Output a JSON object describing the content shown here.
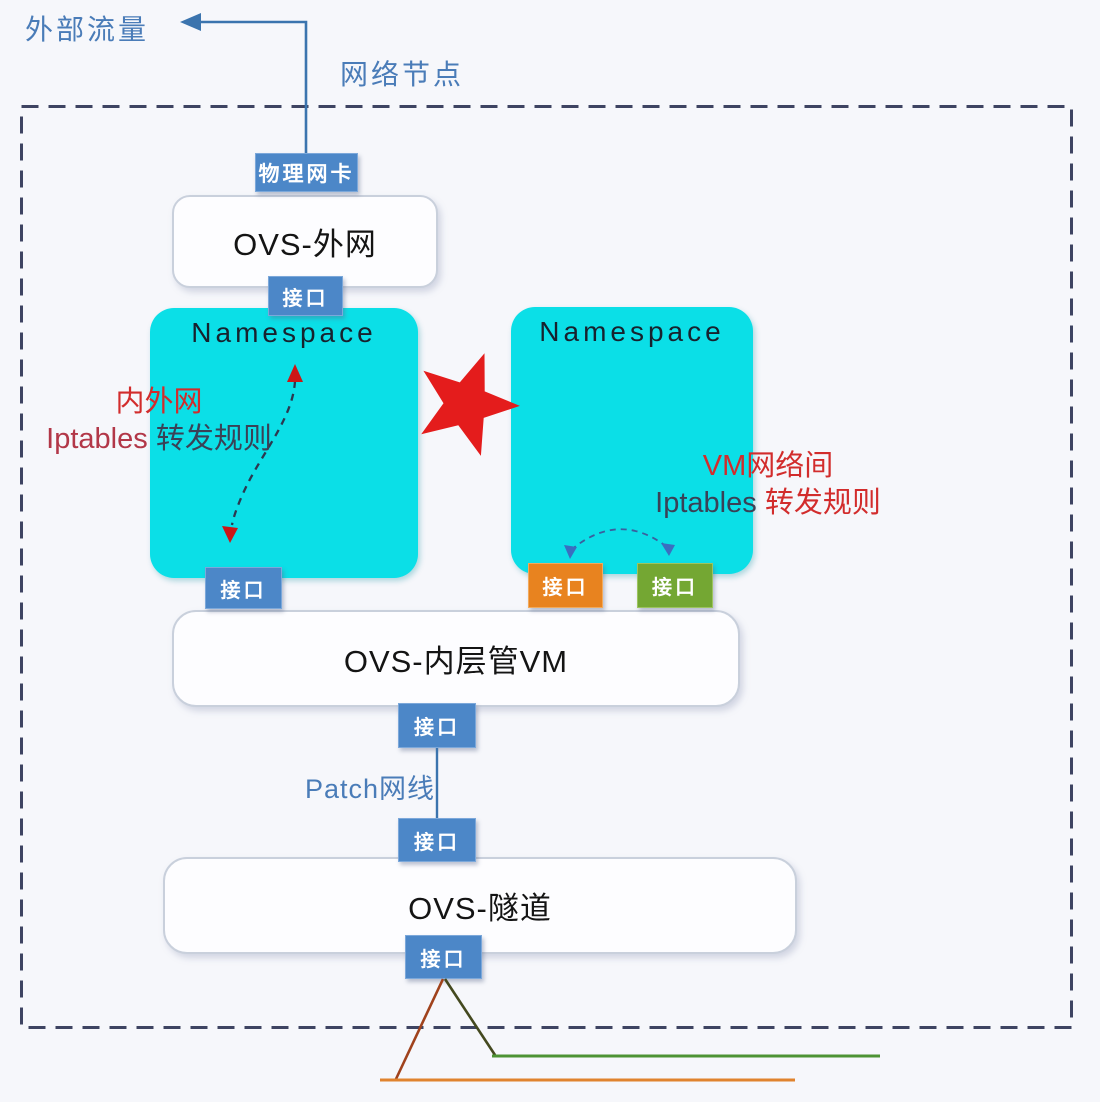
{
  "labels": {
    "external_traffic": "外部流量",
    "network_node": "网络节点",
    "physical_nic": "物理网卡",
    "port": "接口",
    "ovs_external": "OVS-外网",
    "namespace": "Namespace",
    "ovs_inner_vm": "OVS-内层管VM",
    "patch_cable": "Patch网线",
    "ovs_tunnel": "OVS-隧道"
  },
  "annotations": {
    "left_line1": "内外网",
    "left_line2_en": "Iptables",
    "left_line2_cn": "转发规则",
    "right_line1": "VM网络间",
    "right_line2_en": "Iptables",
    "right_line2_cn": "转发规则"
  },
  "colors": {
    "background": "#f6f7fb",
    "namespace_fill": "#0bdfe7",
    "badge_blue": "#4c87c8",
    "badge_orange": "#e8831f",
    "badge_green": "#74a733",
    "star_red": "#e41c1c",
    "blue_text": "#4a7cb8",
    "arrow_blue": "#3b74ae",
    "annotation_red": "#d22c2c",
    "annotation_crimson": "#b23748",
    "annotation_dark": "#3a4156",
    "dashed_border": "#3e4462",
    "line_orange": "#e0832e",
    "line_green": "#4d9334"
  }
}
